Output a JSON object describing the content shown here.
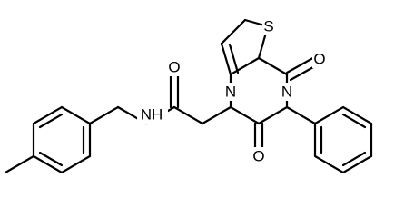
{
  "molecule": {
    "atom_labels": {
      "sulfur": "S",
      "oxo_top": "O",
      "oxo_bottom": "O",
      "amide_oxygen": "O",
      "ring_n1": "N",
      "ring_n3": "N",
      "amide_nh": "NH"
    },
    "colors": {
      "bond": "#000000",
      "label": "#000000",
      "background": "#ffffff"
    }
  }
}
